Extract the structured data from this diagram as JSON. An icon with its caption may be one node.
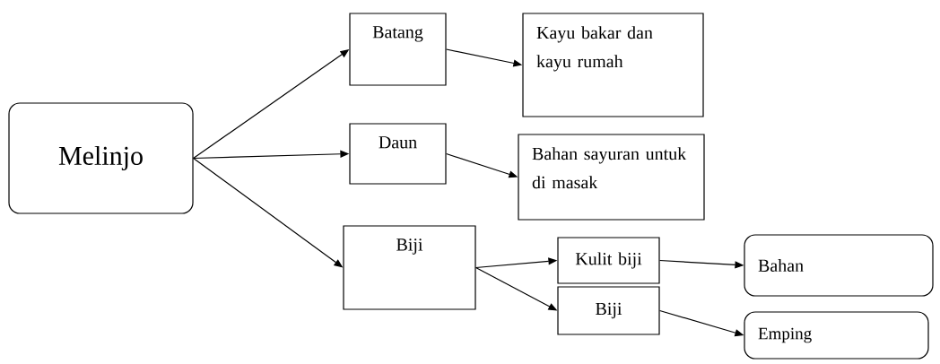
{
  "diagram": {
    "nodes": [
      {
        "text": [
          "Melinjo"
        ]
      },
      {
        "text": [
          "Batang"
        ]
      },
      {
        "text": [
          "Kayu bakar dan kayu rumah"
        ]
      },
      {
        "text": [
          "Daun"
        ]
      },
      {
        "text": [
          "Bahan sayuran untuk di masak"
        ]
      },
      {
        "text": [
          "Biji"
        ]
      },
      {
        "text": [
          "Kulit biji"
        ]
      },
      {
        "text": [
          "Bahan"
        ]
      },
      {
        "text": [
          "Biji"
        ]
      },
      {
        "text": [
          "Emping"
        ]
      }
    ],
    "edges": [
      {
        "from": 0,
        "to": 1,
        "arrow": "to"
      },
      {
        "from": 0,
        "to": 3,
        "arrow": "to"
      },
      {
        "from": 0,
        "to": 5,
        "arrow": "to"
      },
      {
        "from": 1,
        "to": 2,
        "arrow": "to"
      },
      {
        "from": 3,
        "to": 4,
        "arrow": "to"
      },
      {
        "from": 5,
        "to": 6,
        "arrow": "to"
      },
      {
        "from": 5,
        "to": 8,
        "arrow": "to"
      },
      {
        "from": 6,
        "to": 7,
        "arrow": "to"
      },
      {
        "from": 8,
        "to": 9,
        "arrow": "to"
      }
    ]
  }
}
